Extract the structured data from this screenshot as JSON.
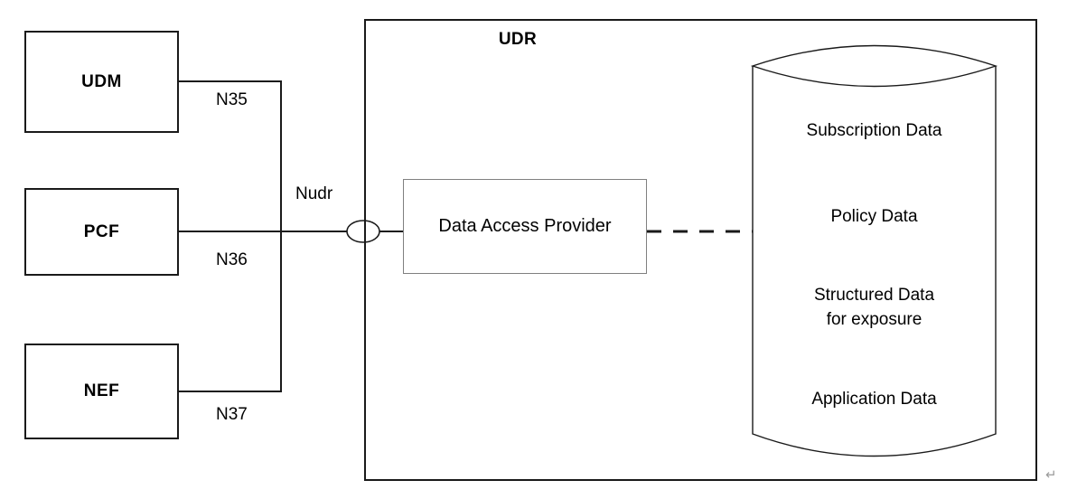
{
  "diagram": {
    "title": "UDR",
    "network_functions": [
      {
        "id": "udm",
        "label": "UDM"
      },
      {
        "id": "pcf",
        "label": "PCF"
      },
      {
        "id": "nef",
        "label": "NEF"
      }
    ],
    "reference_points": [
      {
        "id": "n35",
        "label": "N35"
      },
      {
        "id": "n36",
        "label": "N36"
      },
      {
        "id": "n37",
        "label": "N37"
      }
    ],
    "service_bus": {
      "label": "Nudr"
    },
    "internal_component": {
      "label": "Data Access Provider"
    },
    "datastore": {
      "name": "udr-datastore-cylinder",
      "contents": [
        {
          "id": "subscription-data",
          "line1": "Subscription Data",
          "line2": ""
        },
        {
          "id": "policy-data",
          "line1": "Policy Data",
          "line2": ""
        },
        {
          "id": "structured-data",
          "line1": "Structured Data",
          "line2": "for exposure"
        },
        {
          "id": "application-data",
          "line1": "Application Data",
          "line2": ""
        }
      ]
    },
    "paragraph_mark": "↵",
    "colors": {
      "stroke": "#1a1a1a",
      "light_stroke": "#808080",
      "background": "#ffffff",
      "text": "#000000",
      "mark": "#9a9a9a"
    }
  }
}
